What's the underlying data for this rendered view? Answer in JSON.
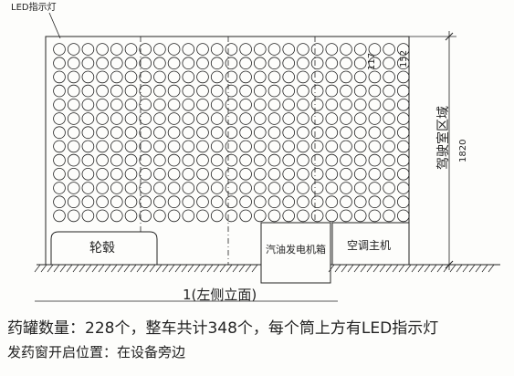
{
  "led_label": "LED指示灯",
  "dim_top_left": "117",
  "dim_top_right": "152",
  "height_label": "1820",
  "region_label": "驾驶室区域",
  "wheel_label": "轮毂",
  "generator_label": "汽油发电机箱",
  "ac_label": "空调主机",
  "view_title": "1(左侧立面)",
  "caption": {
    "line1": "药罐数量：228个，整车共计348个，每个筒上方有LED指示灯",
    "line2": "发药窗开启位置：在设备旁边"
  },
  "grid": {
    "rows": 13,
    "cols": 25
  },
  "colors": {
    "line": "#222222",
    "background": "#fdfdfb"
  }
}
